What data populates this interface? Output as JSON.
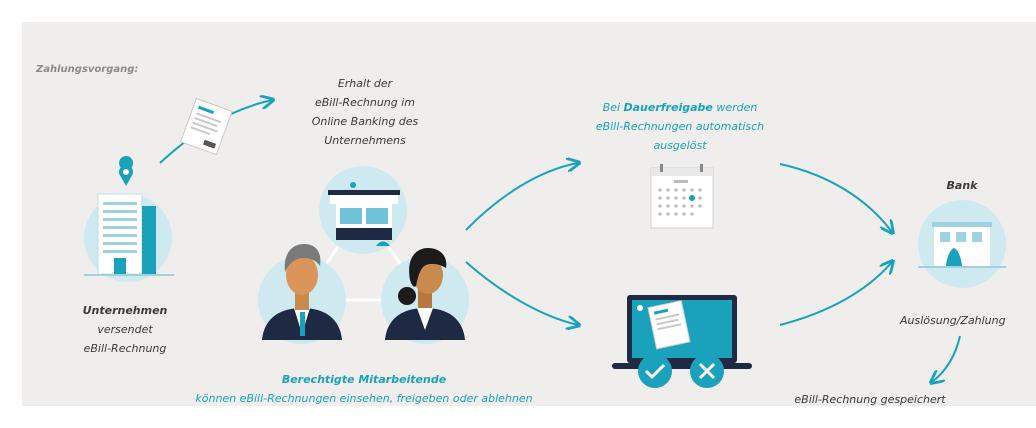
{
  "heading": "Zahlungsvorgang:",
  "company": {
    "title": "Unternehmen",
    "line1": "versendet",
    "line2": "eBill-Rechnung"
  },
  "receipt": {
    "line1": "Erhalt der",
    "line2": "eBill-Rechnung im",
    "line3": "Online Banking des",
    "line4": "Unternehmens"
  },
  "employees": {
    "title": "Berechtigte Mitarbeitende",
    "text": "können eBill-Rechnungen einsehen, freigeben oder ablehnen"
  },
  "auto": {
    "prefix": "Bei ",
    "highlight": "Dauerfreigabe",
    "suffix": " werden",
    "line2": "eBill-Rechnungen automatisch",
    "line3": "ausgelöst"
  },
  "bank": {
    "title": "Bank",
    "action": "Auslösung/Zahlung"
  },
  "stored": "eBill-Rechnung gespeichert",
  "colors": {
    "teal": "#1aa2bd",
    "light_teal": "#cfe9f1",
    "panel": "#efeeec",
    "navy": "#1e2a44",
    "skin": "#d9955a"
  },
  "icons": [
    "building-icon",
    "invoice-icon",
    "office-icon",
    "man-avatar-icon",
    "woman-avatar-icon",
    "calendar-icon",
    "laptop-icon",
    "check-icon",
    "reject-icon",
    "bank-icon",
    "arrow-icon"
  ]
}
